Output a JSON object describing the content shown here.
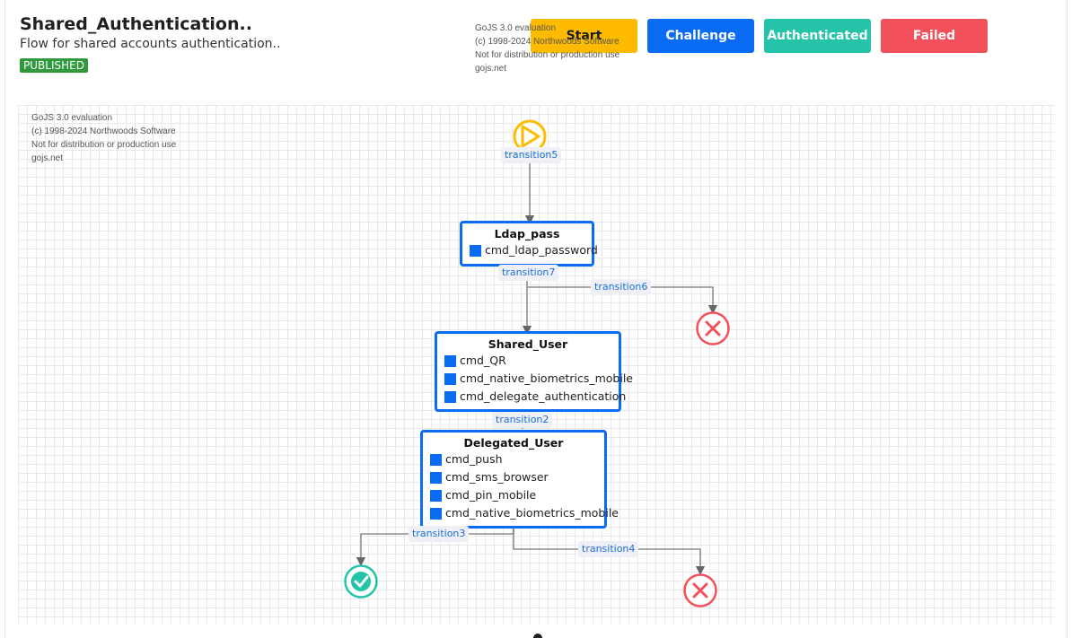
{
  "header": {
    "title": "Shared_Authentication..",
    "subtitle": "Flow for shared accounts authentication..",
    "status_badge": "PUBLISHED"
  },
  "toolbar": {
    "start_label": "Start",
    "challenge_label": "Challenge",
    "authenticated_label": "Authenticated",
    "failed_label": "Failed"
  },
  "watermark": {
    "line1": "GoJS 3.0 evaluation",
    "line2": "(c) 1998-2024 Northwoods Software",
    "line3": "Not for distribution or production use",
    "line4": "gojs.net"
  },
  "colors": {
    "start": "#ffbb00",
    "challenge": "#0a6cf5",
    "authenticated": "#25c4a8",
    "failed": "#f2505a",
    "published": "#2e9a3c"
  },
  "diagram": {
    "nodes": {
      "ldap_pass": {
        "title": "Ldap_pass",
        "commands": [
          "cmd_ldap_password"
        ]
      },
      "shared_user": {
        "title": "Shared_User",
        "commands": [
          "cmd_QR",
          "cmd_native_biometrics_mobile",
          "cmd_delegate_authentication"
        ]
      },
      "delegated_user": {
        "title": "Delegated_User",
        "commands": [
          "cmd_push",
          "cmd_sms_browser",
          "cmd_pin_mobile",
          "cmd_native_biometrics_mobile"
        ]
      }
    },
    "transitions": {
      "t5": "transition5",
      "t7": "transition7",
      "t6": "transition6",
      "t2": "transition2",
      "t3": "transition3",
      "t4": "transition4"
    },
    "icons": {
      "start": "play-icon",
      "authenticated": "checkmark-icon",
      "failed": "close-icon"
    }
  }
}
